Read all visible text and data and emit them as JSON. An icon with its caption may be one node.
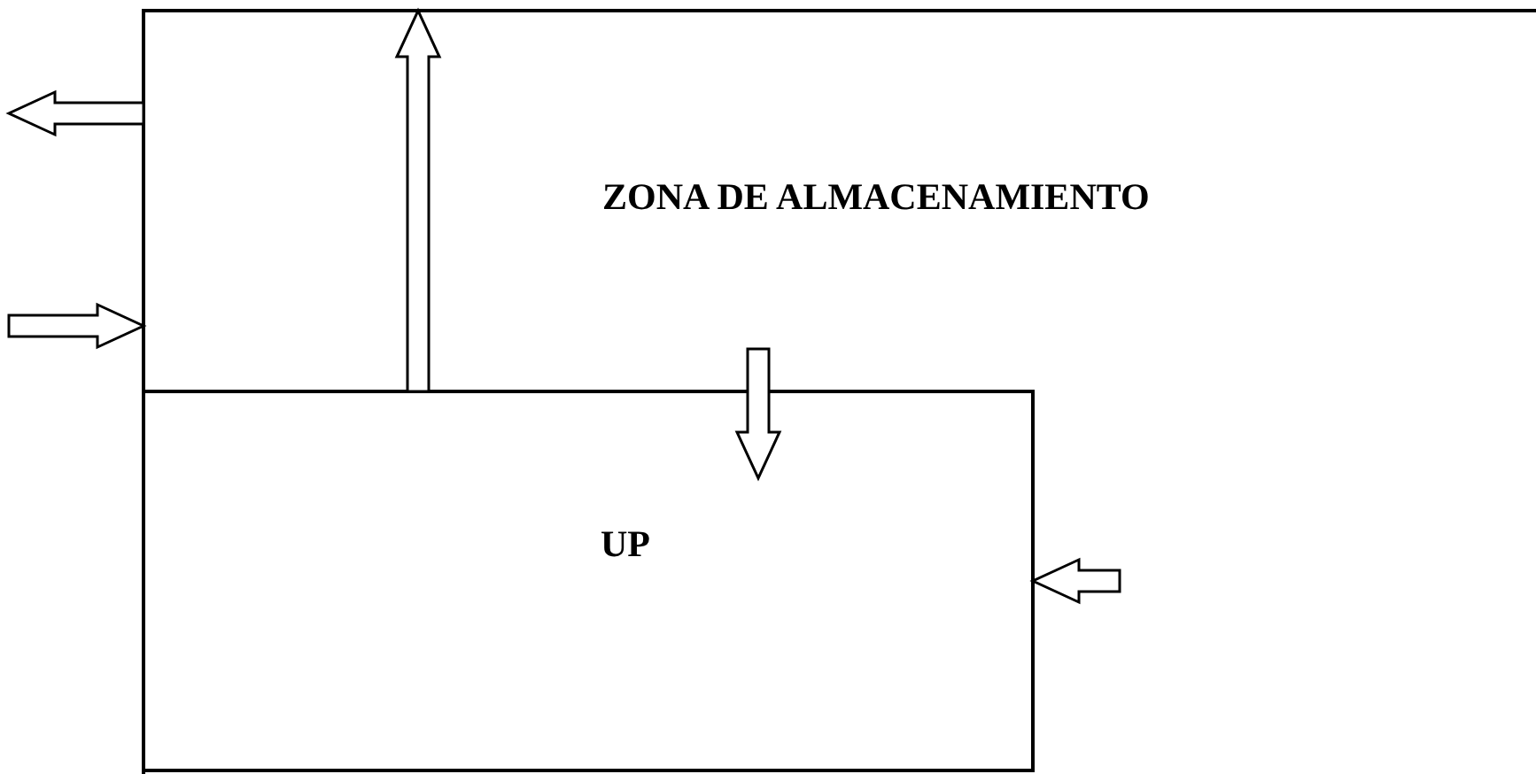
{
  "diagram": {
    "nodes": [
      {
        "text": [
          "ZONA DE ALMACENAMIENTO"
        ]
      },
      {
        "text": [
          "UP"
        ],
        "in": 0
      }
    ],
    "edges": [
      {
        "from": 0,
        "to": null,
        "arrow": "to"
      },
      {
        "from": null,
        "to": 0,
        "arrow": "to"
      },
      {
        "from": 1,
        "to": 0,
        "arrow": "to"
      },
      {
        "from": 0,
        "to": 1,
        "arrow": "to"
      },
      {
        "from": 0,
        "to": 1,
        "arrow": "to"
      }
    ]
  }
}
